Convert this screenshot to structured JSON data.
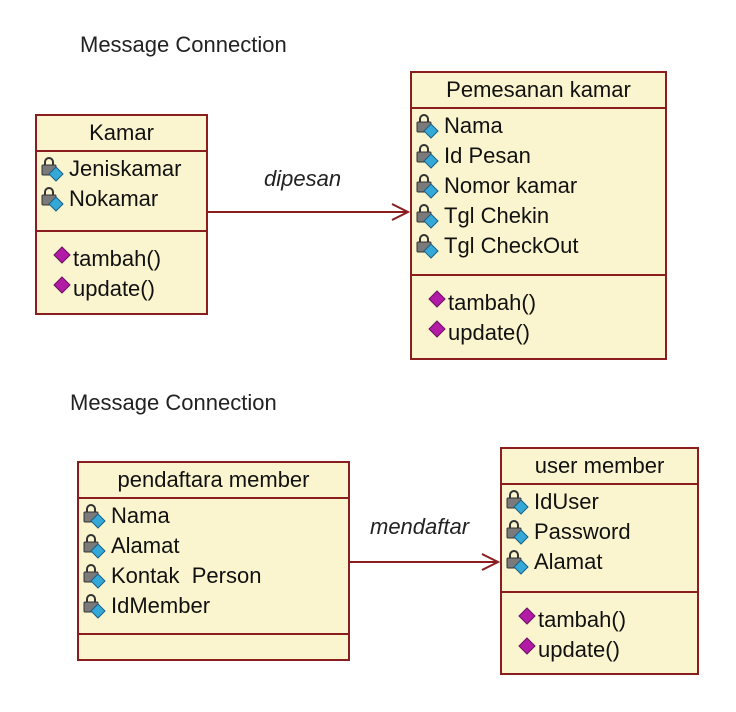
{
  "headings": [
    "Message Connection",
    "Message Connection"
  ],
  "classes": [
    {
      "name": "Kamar",
      "attributes": [
        "Jeniskamar",
        "Nokamar"
      ],
      "operations": [
        "tambah()",
        "update()"
      ]
    },
    {
      "name": "Pemesanan kamar",
      "attributes": [
        "Nama",
        "Id Pesan",
        "Nomor kamar",
        "Tgl Chekin",
        "Tgl CheckOut"
      ],
      "operations": [
        "tambah()",
        "update()"
      ]
    },
    {
      "name": "pendaftara member",
      "attributes": [
        "Nama",
        "Alamat",
        "Kontak  Person",
        "IdMember"
      ],
      "operations": []
    },
    {
      "name": "user member",
      "attributes": [
        "IdUser",
        "Password",
        "Alamat"
      ],
      "operations": [
        "tambah()",
        "update()"
      ]
    }
  ],
  "connections": [
    {
      "label": "dipesan"
    },
    {
      "label": "mendaftar"
    }
  ],
  "colors": {
    "class_fill": "#fbf5cf",
    "class_border": "#8a1d1d",
    "arrow": "#8a1d1d",
    "operation_icon": "#b21ba5",
    "attribute_icon": "#34a9d8"
  }
}
